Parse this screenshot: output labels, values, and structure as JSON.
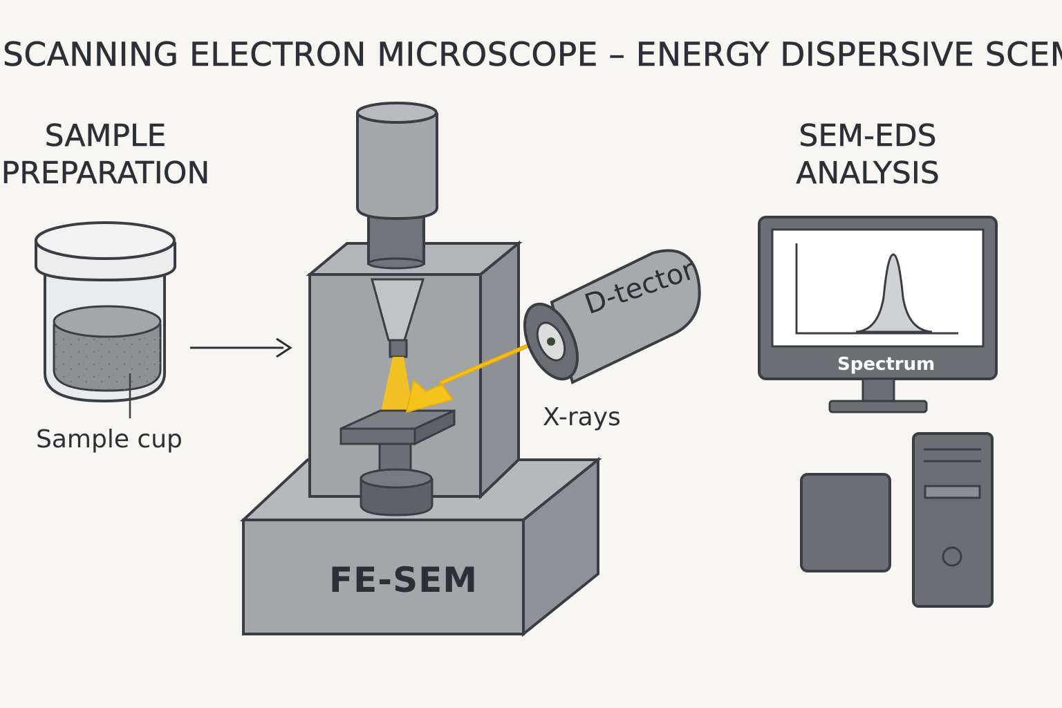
{
  "title": "SCANNING ELECTRON MICROSCOPE – ENERGY DISPERSIVE SCEM",
  "sections": {
    "preparation": {
      "line1": "SAMPLE",
      "line2": "PREPARATION",
      "cup_label": "Sample cup"
    },
    "instrument": {
      "label": "FE-SEM",
      "detector_label": "D-tector",
      "xrays_label": "X-rays"
    },
    "analysis": {
      "line1": "SEM-EDS",
      "line2": "ANALYSIS",
      "screen_label": "Spectrum"
    }
  },
  "colors": {
    "background": "#f7f6f3",
    "outline": "#3a3e44",
    "body_gray": "#9ea1a5",
    "dark_gray": "#6b6f74",
    "beam_yellow": "#f6c21c"
  }
}
